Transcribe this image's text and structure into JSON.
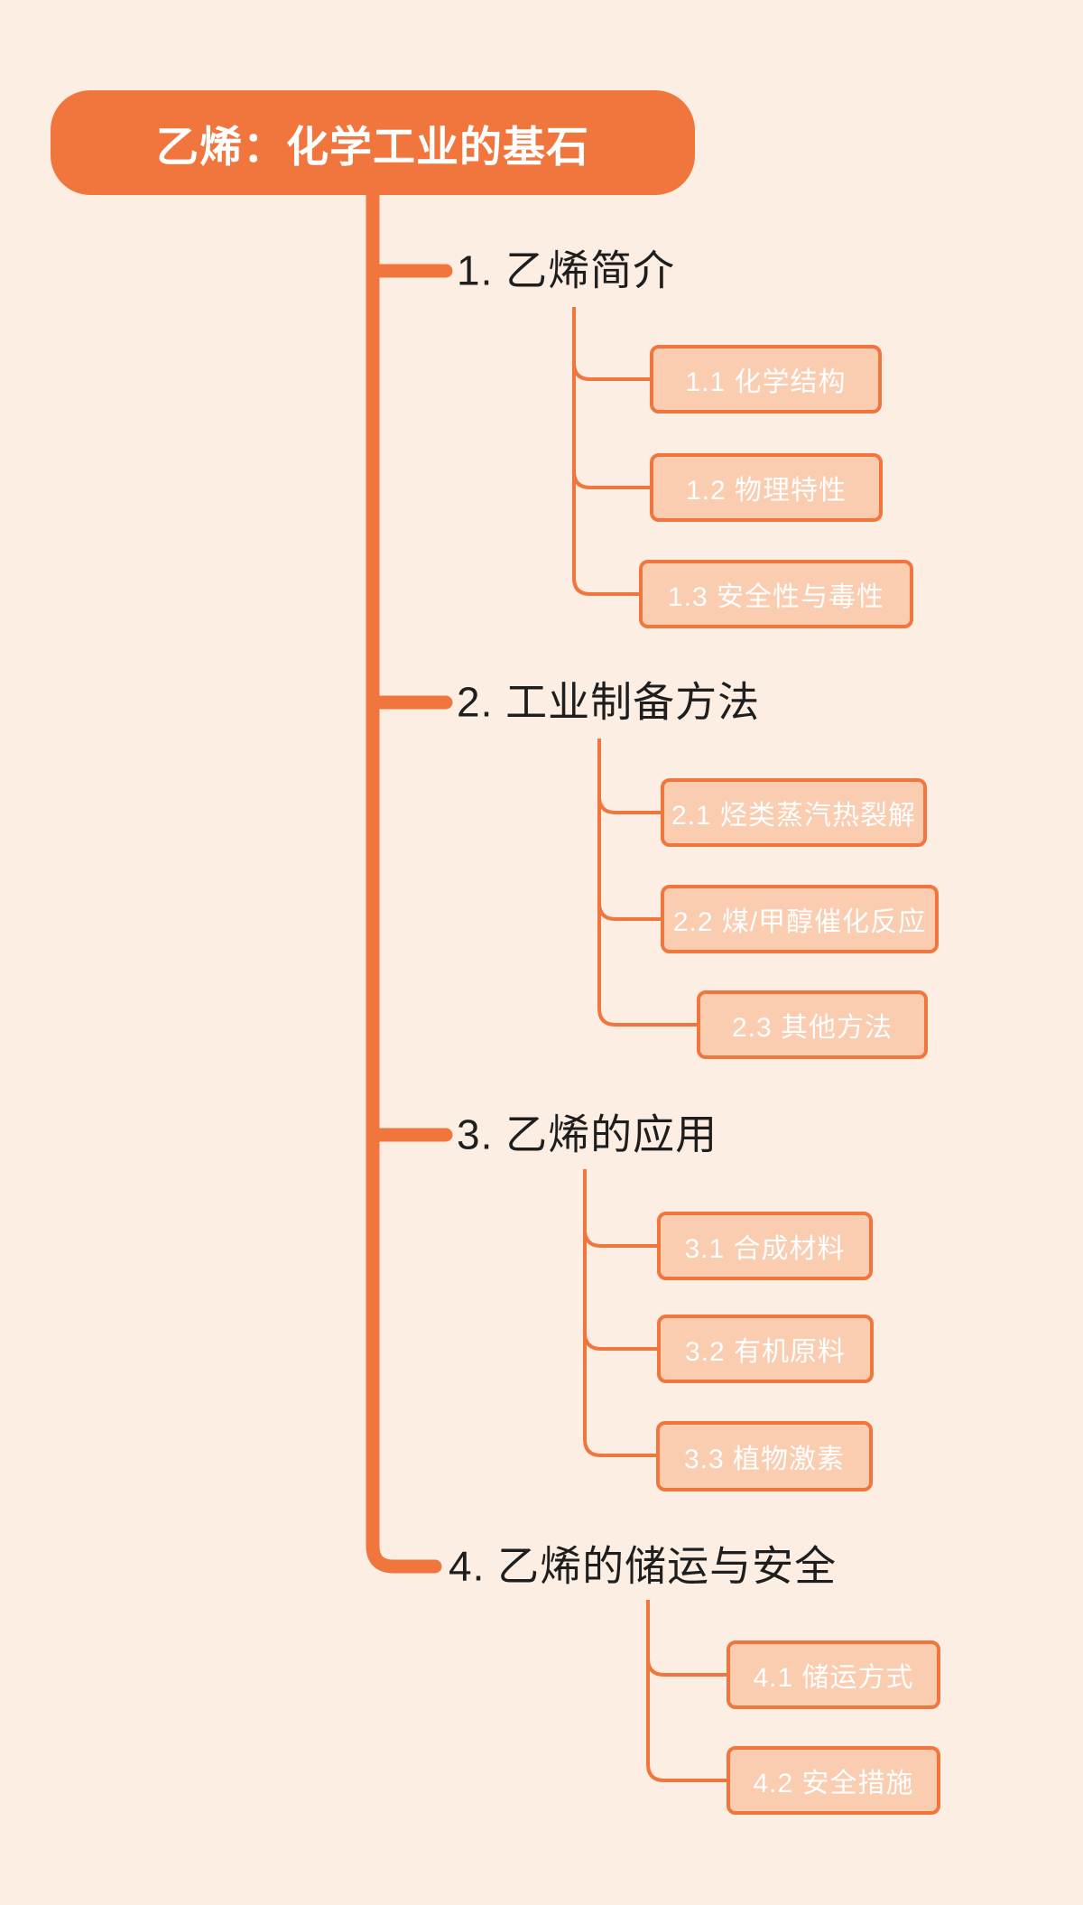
{
  "colors": {
    "background": "#FCEEE2",
    "accent": "#F0763E",
    "subtopic_fill": "#FACDB1",
    "subtopic_text": "#FFFFFF",
    "root_text": "#FFFFFF",
    "heading_text": "#1E1E1E"
  },
  "root": {
    "label": "乙烯：化学工业的基石"
  },
  "branches": [
    {
      "label": "1. 乙烯简介",
      "children": [
        {
          "label": "1.1 化学结构"
        },
        {
          "label": "1.2 物理特性"
        },
        {
          "label": "1.3 安全性与毒性"
        }
      ]
    },
    {
      "label": "2. 工业制备方法",
      "children": [
        {
          "label": "2.1 烃类蒸汽热裂解"
        },
        {
          "label": "2.2 煤/甲醇催化反应"
        },
        {
          "label": "2.3 其他方法"
        }
      ]
    },
    {
      "label": "3. 乙烯的应用",
      "children": [
        {
          "label": "3.1 合成材料"
        },
        {
          "label": "3.2 有机原料"
        },
        {
          "label": "3.3 植物激素"
        }
      ]
    },
    {
      "label": "4. 乙烯的储运与安全",
      "children": [
        {
          "label": "4.1 储运方式"
        },
        {
          "label": "4.2 安全措施"
        }
      ]
    }
  ]
}
